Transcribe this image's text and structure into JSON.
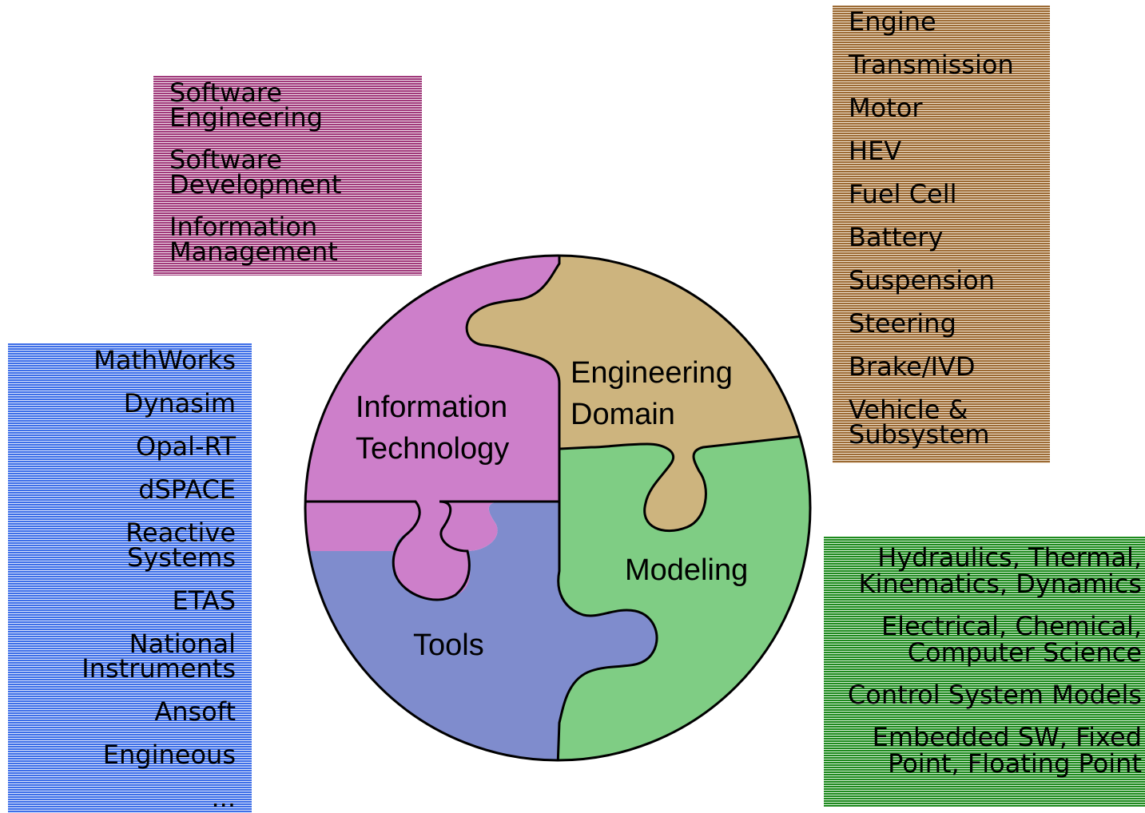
{
  "puzzle": {
    "information_technology": "Information\nTechnology",
    "engineering_domain": "Engineering\nDomain",
    "modeling": "Modeling",
    "tools": "Tools",
    "colors": {
      "information_technology": "#cd7fca",
      "engineering_domain": "#cdb47e",
      "modeling": "#7fcd84",
      "tools": "#7f8ccd"
    }
  },
  "information_technology_box": {
    "color": "#a0387a",
    "items": [
      "Software\nEngineering",
      "Software\nDevelopment",
      "Information\nManagement"
    ]
  },
  "engineering_domain_box": {
    "color": "#9c6a34",
    "items": [
      "Engine",
      "Transmission",
      "Motor",
      "HEV",
      "Fuel Cell",
      "Battery",
      "Suspension",
      "Steering",
      "Brake/IVD",
      "Vehicle &\nSubsystem"
    ]
  },
  "tools_box": {
    "color": "#3d6ee8",
    "items": [
      "MathWorks",
      "Dynasim",
      "Opal-RT",
      "dSPACE",
      "Reactive\nSystems",
      "ETAS",
      "National\nInstruments",
      "Ansoft",
      "Engineous",
      "..."
    ]
  },
  "modeling_box": {
    "color": "#1e8a1e",
    "items": [
      "Hydraulics, Thermal,\nKinematics, Dynamics",
      "Electrical, Chemical,\nComputer Science",
      "Control System Models",
      "Embedded SW, Fixed\nPoint, Floating Point"
    ]
  }
}
